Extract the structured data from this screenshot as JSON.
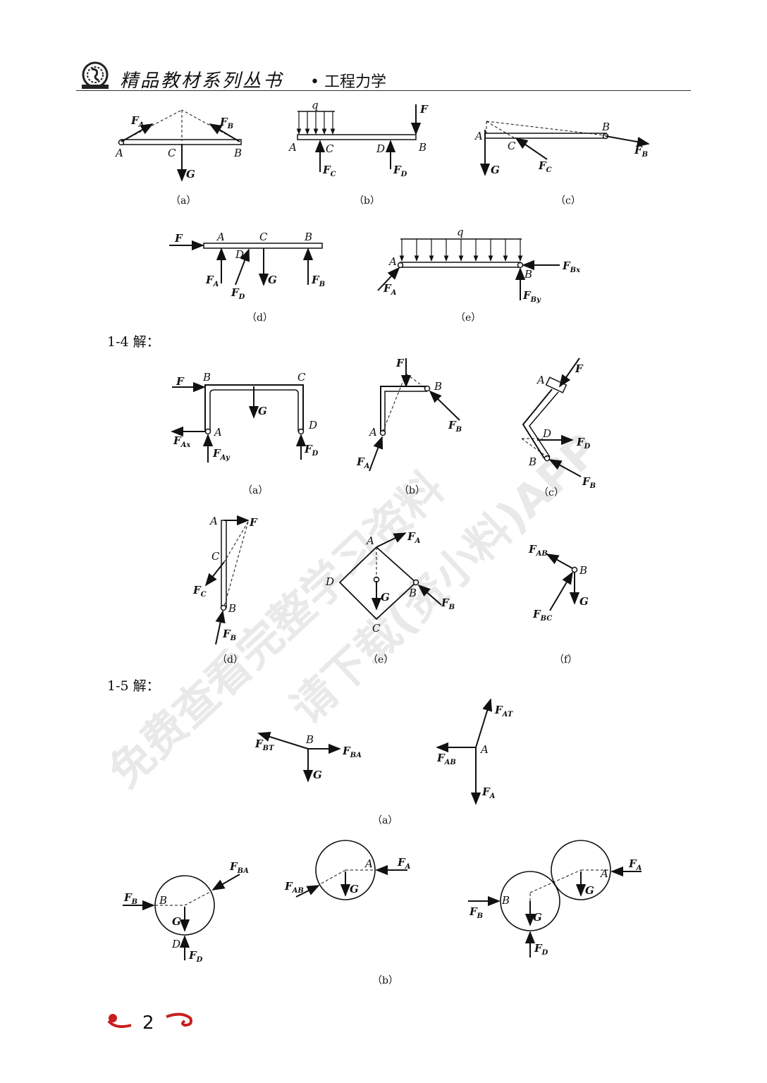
{
  "header": {
    "series_title": "精品教材系列丛书",
    "separator": "•",
    "book_title": "工程力学"
  },
  "watermark": {
    "line1": "免费查看完整学习资料",
    "line2": "请下载(资小料)APP"
  },
  "sections": {
    "s14": "1-4 解：",
    "s15": "1-5 解："
  },
  "captions": {
    "r1a": "（a）",
    "r1b": "（b）",
    "r1c": "（c）",
    "r1d": "（d）",
    "r1e": "（e）",
    "s4a": "（a）",
    "s4b": "（b）",
    "s4c": "（c）",
    "s4d": "（d）",
    "s4e": "（e）",
    "s4f": "（f）",
    "s5a": "（a）",
    "s5b": "（b）"
  },
  "labels": {
    "A": "A",
    "B": "B",
    "C": "C",
    "D": "D",
    "q": "q",
    "F": "F",
    "G": "G",
    "FA": "F",
    "FA_sub": "A",
    "FB": "F",
    "FB_sub": "B",
    "FC": "F",
    "FC_sub": "C",
    "FD": "F",
    "FD_sub": "D",
    "FAx_sub": "Ax",
    "FAy_sub": "Ay",
    "FBx_sub": "Bx",
    "FBy_sub": "By",
    "FAB_sub": "AB",
    "FBC_sub": "BC",
    "FBT_sub": "BT",
    "FBA_sub": "BA",
    "FAT_sub": "AT"
  },
  "footer": {
    "page_number": "2"
  }
}
